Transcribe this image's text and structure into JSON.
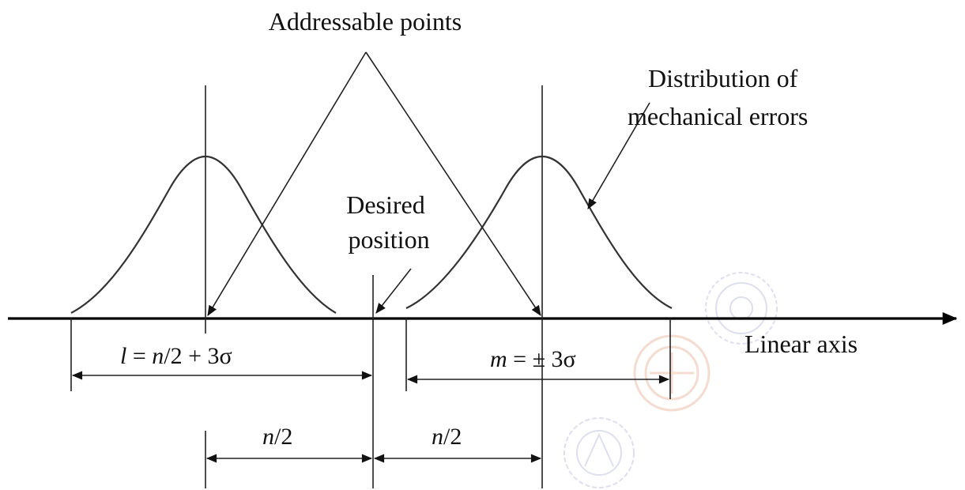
{
  "labels": {
    "addressable_points": "Addressable points",
    "distribution_line1": "Distribution of",
    "distribution_line2": "mechanical errors",
    "desired_line1": "Desired",
    "desired_line2": "position",
    "linear_axis": "Linear axis"
  },
  "dimensions": {
    "l_var": "l",
    "l_eq": " = ",
    "l_n": "n",
    "l_rest": "/2 + 3σ",
    "m_var": "m",
    "m_rest": " = ± 3σ",
    "half_left_n": "n",
    "half_left_rest": "/2",
    "half_right_n": "n",
    "half_right_rest": "/2"
  },
  "colors": {
    "ink": "#111111",
    "curve": "#333333",
    "watermark_blue": "#8b8fc4",
    "watermark_orange": "#d9875a"
  },
  "watermark": {
    "icon": "institute-seal-watermark"
  }
}
